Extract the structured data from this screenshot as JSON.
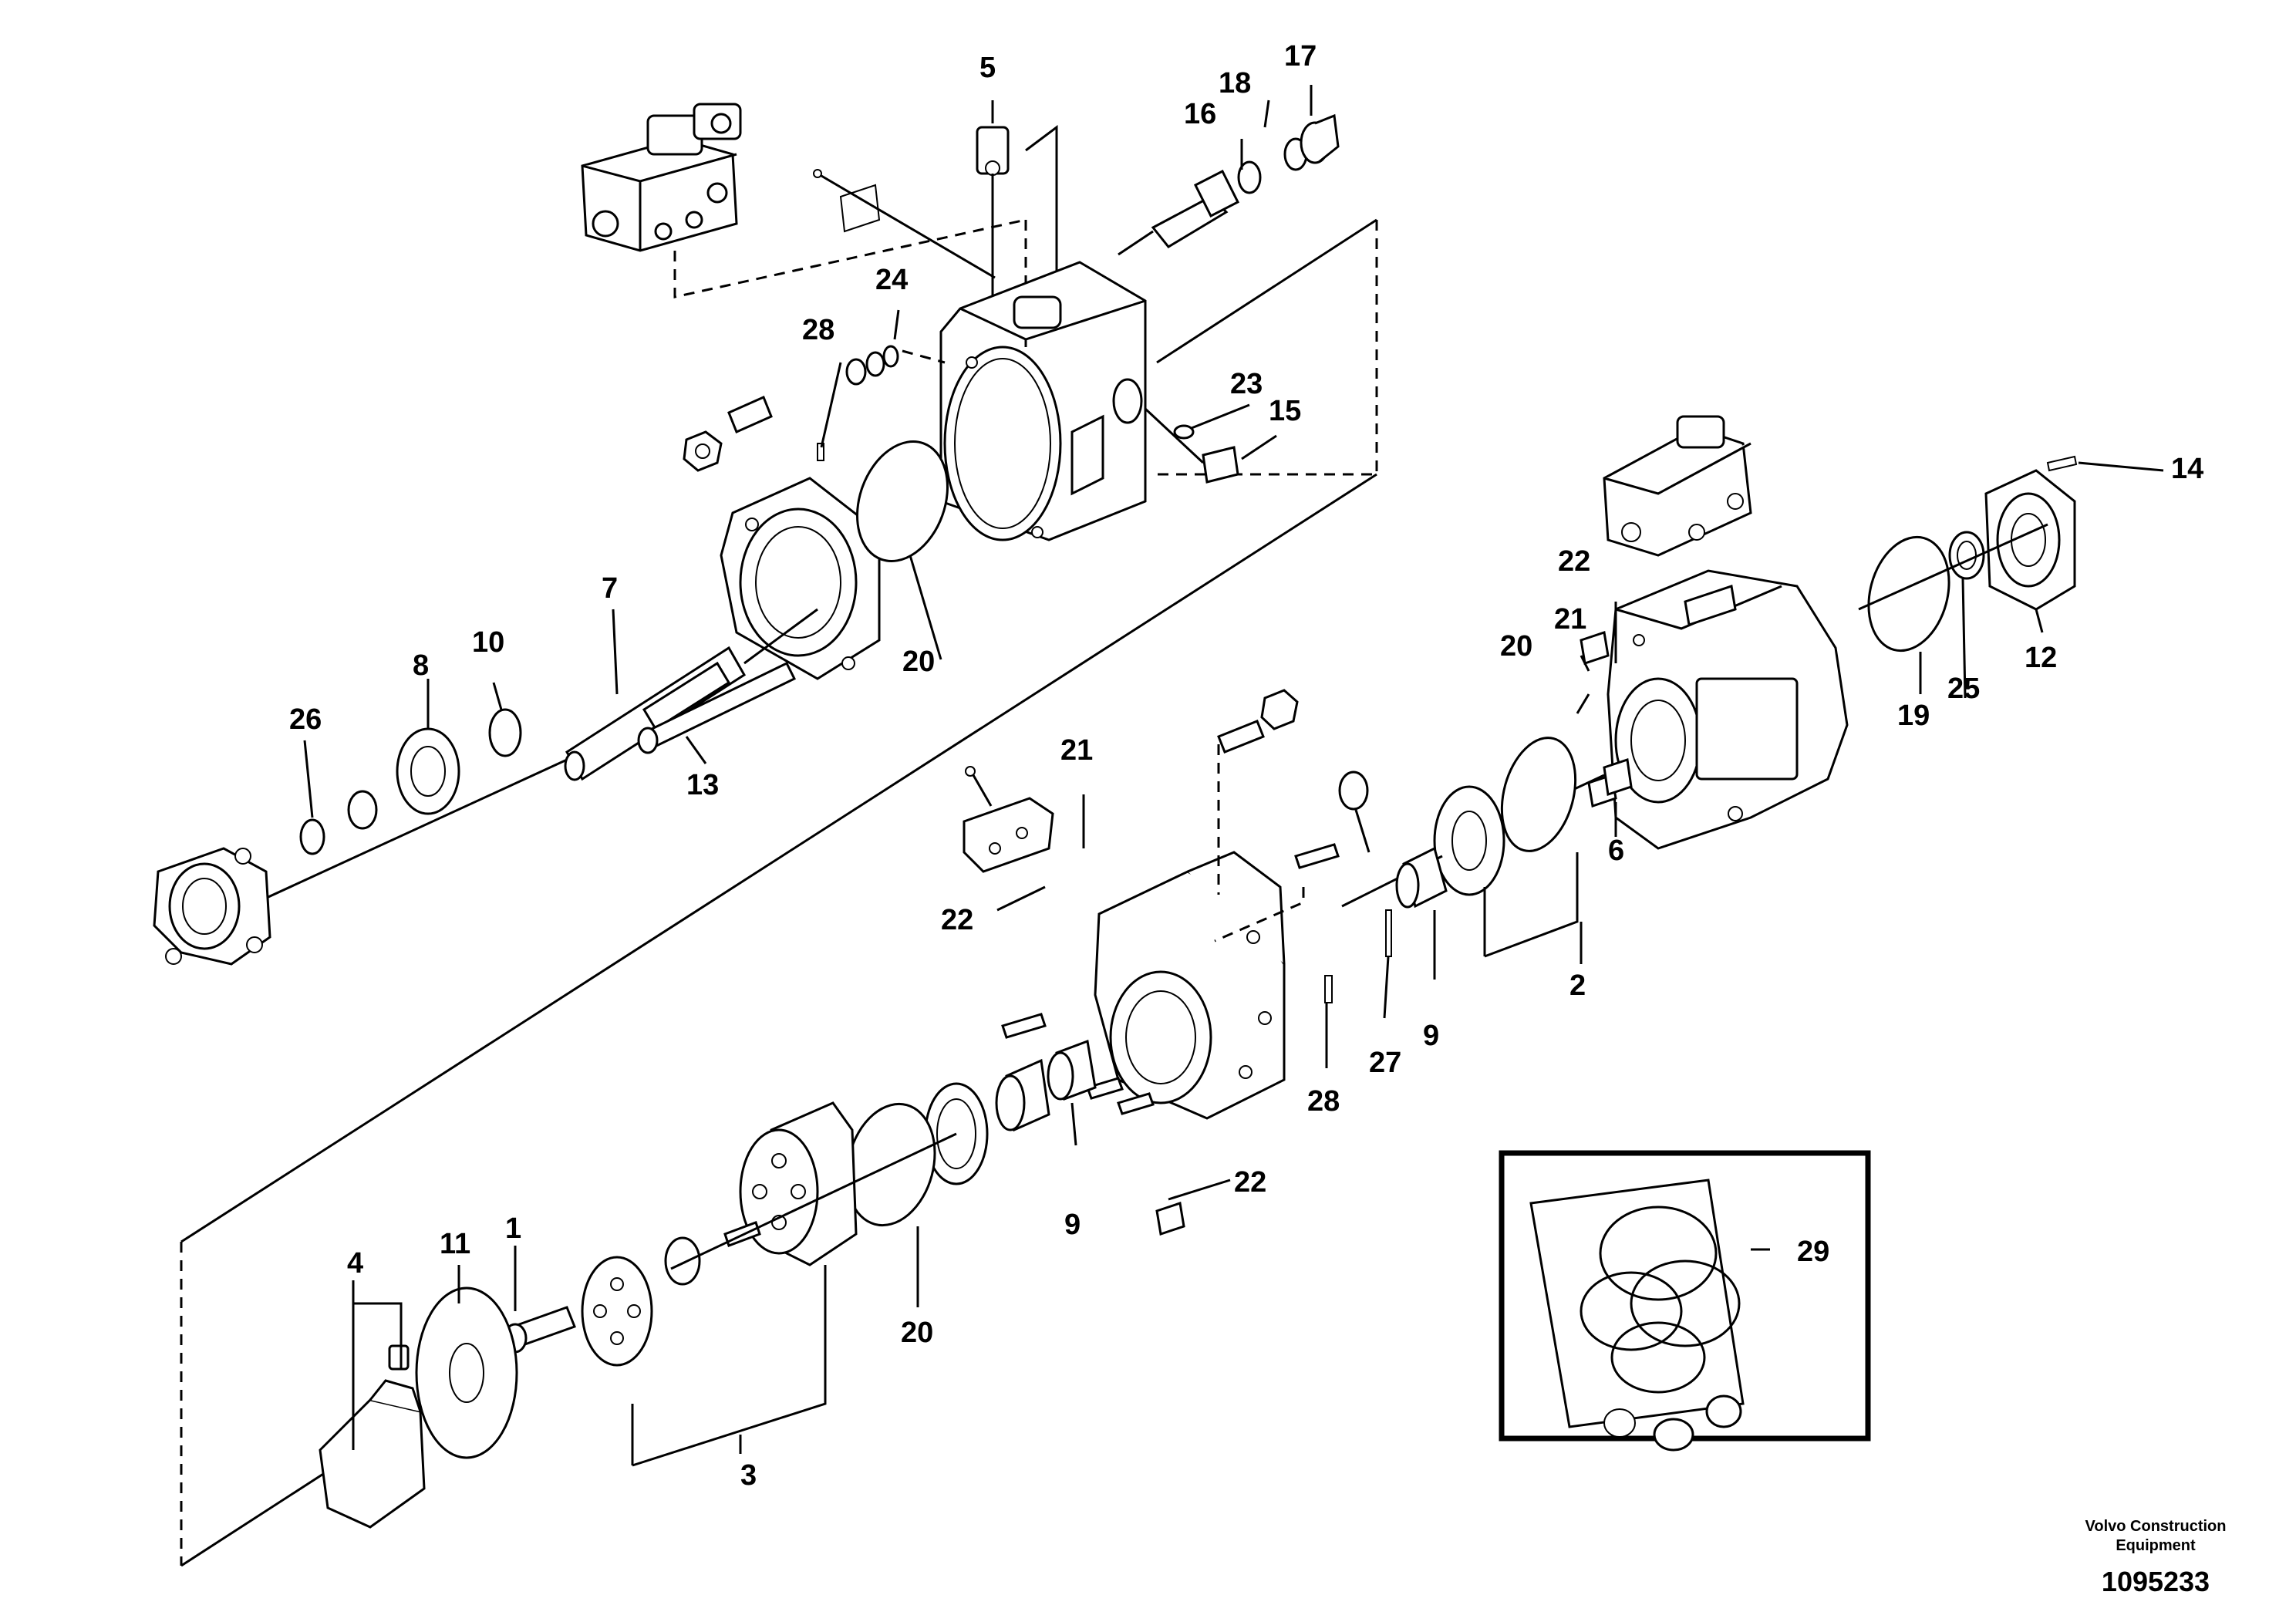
{
  "callouts": {
    "c1": "1",
    "c2": "2",
    "c3": "3",
    "c4": "4",
    "c5": "5",
    "c6": "6",
    "c7": "7",
    "c8": "8",
    "c9a": "9",
    "c9b": "9",
    "c10": "10",
    "c11": "11",
    "c12": "12",
    "c13": "13",
    "c14": "14",
    "c15": "15",
    "c16": "16",
    "c17": "17",
    "c18": "18",
    "c19": "19",
    "c20a": "20",
    "c20b": "20",
    "c20c": "20",
    "c21a": "21",
    "c21b": "21",
    "c22a": "22",
    "c22b": "22",
    "c22c": "22",
    "c23": "23",
    "c24": "24",
    "c25": "25",
    "c26": "26",
    "c27": "27",
    "c28a": "28",
    "c28b": "28",
    "c29": "29"
  },
  "footer": {
    "brand_line1": "Volvo Construction",
    "brand_line2": "Equipment",
    "drawing_number": "1095233"
  }
}
